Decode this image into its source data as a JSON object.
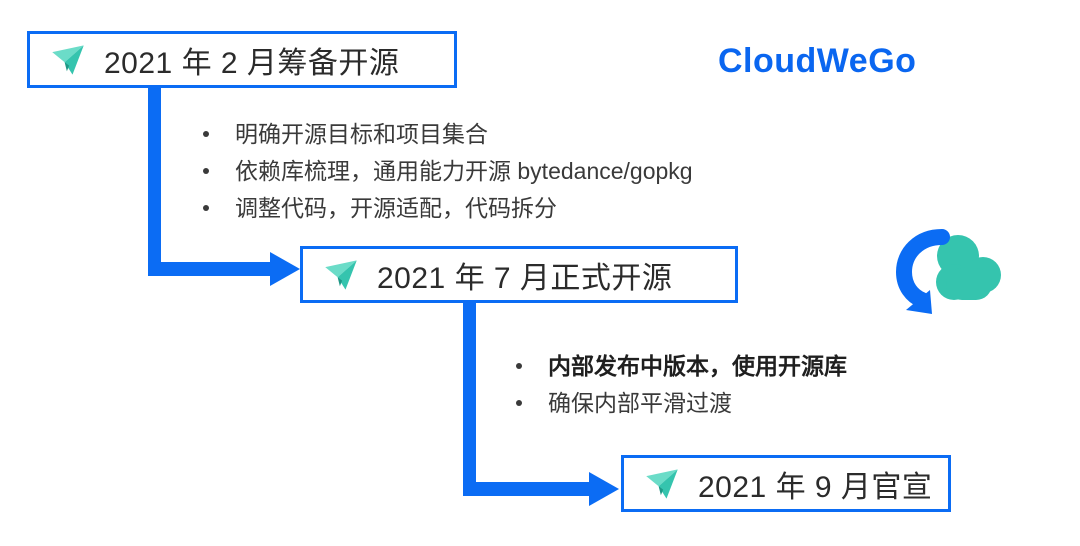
{
  "brand": {
    "name": "CloudWeGo"
  },
  "colors": {
    "arrow_blue": "#0b6cf4",
    "brand_blue": "#0a66f0",
    "plane_teal": "#35c4ae",
    "plane_teal_light": "#6bdcc8",
    "text_dark": "#3a3a3a"
  },
  "milestones": [
    {
      "label": "2021 年 2 月筹备开源",
      "bullets": [
        {
          "text": "明确开源目标和项目集合"
        },
        {
          "text": "依赖库梳理，通用能力开源 bytedance/gopkg"
        },
        {
          "text": "调整代码，开源适配，代码拆分"
        }
      ]
    },
    {
      "label": "2021 年 7 月正式开源",
      "bullets": [
        {
          "text": "内部发布中版本，使用开源库"
        },
        {
          "text": "确保内部平滑过渡"
        }
      ]
    },
    {
      "label": "2021 年 9 月官宣",
      "bullets": []
    }
  ],
  "icons": {
    "paper_plane": "paper-plane-icon",
    "cloud_logo": "cloudwego-logo-icon"
  }
}
